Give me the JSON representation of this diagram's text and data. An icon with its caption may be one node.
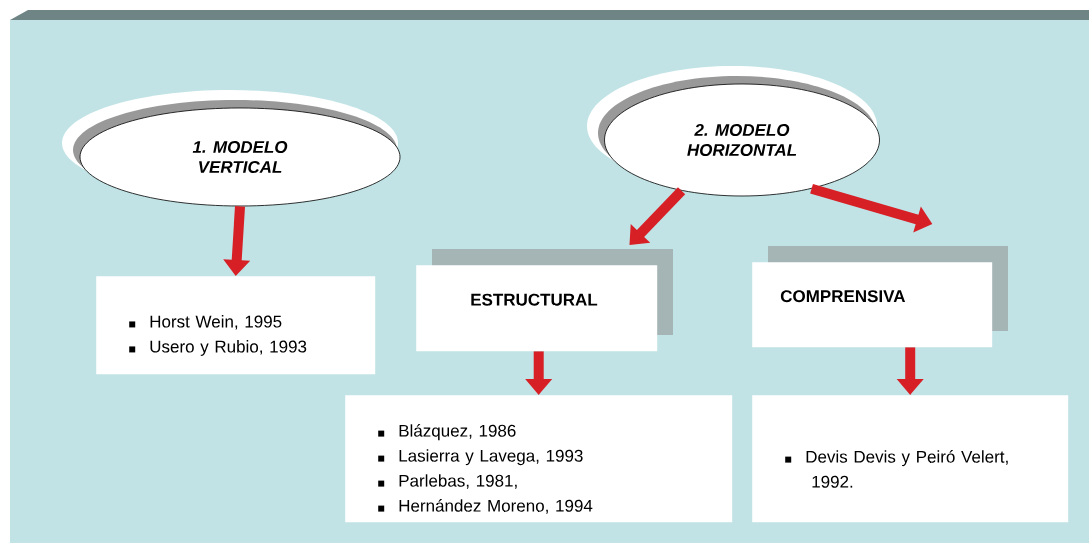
{
  "diagram": {
    "nodes": [
      {
        "text": [
          "1. MODELO VERTICAL"
        ]
      },
      {
        "text": [
          "2. MODELO HORIZONTAL"
        ]
      },
      {
        "text": [
          "Horst Wein, 1995",
          "Usero y Rubio, 1993"
        ]
      },
      {
        "text": [
          "ESTRUCTURAL"
        ]
      },
      {
        "text": [
          "COMPRENSIVA"
        ]
      },
      {
        "text": [
          "Blázquez, 1986",
          "Lasierra y Lavega, 1993",
          "Parlebas, 1981,",
          "Hernández Moreno, 1994"
        ]
      },
      {
        "text": [
          "Devis Devis y Peiró Velert, 1992."
        ]
      }
    ],
    "edges": [
      {
        "from": 0,
        "to": 2,
        "arrow": "to"
      },
      {
        "from": 1,
        "to": 3,
        "arrow": "to"
      },
      {
        "from": 1,
        "to": 4,
        "arrow": "to"
      },
      {
        "from": 3,
        "to": 5,
        "arrow": "to"
      },
      {
        "from": 4,
        "to": 6,
        "arrow": "to"
      }
    ]
  }
}
